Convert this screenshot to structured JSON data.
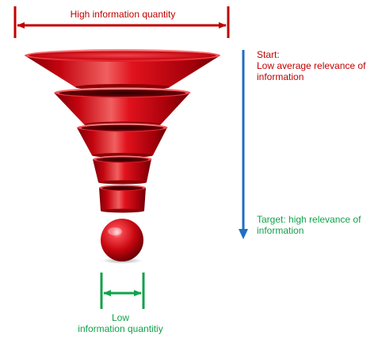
{
  "top": {
    "label": "High information quantity"
  },
  "start": {
    "line1": "Start:",
    "line2": "Low average relevance of",
    "line3": "information"
  },
  "target": {
    "line1": "Target: high relevance of",
    "line2": "information"
  },
  "bottom": {
    "line1": "Low",
    "line2": "information quantitiy"
  },
  "colors": {
    "red_text": "#c00000",
    "green_text": "#11a24a",
    "blue_arrow": "#1f6fc4",
    "funnel_red": "#d8141a"
  },
  "icons": {
    "top_arrow": "double-headed-horizontal-arrow",
    "side_arrow": "downward-arrow",
    "bottom_arrow": "double-headed-horizontal-arrow",
    "funnel": "stacked-funnel-rings",
    "ball": "sphere"
  }
}
